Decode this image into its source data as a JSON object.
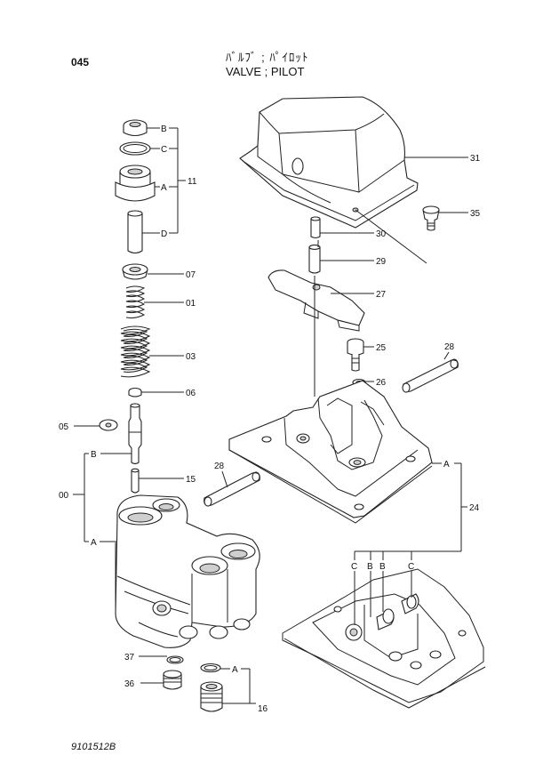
{
  "header": {
    "page_number": "045",
    "title_jp": "ﾊﾞﾙﾌﾞ ; ﾊﾟｲﾛｯﾄ",
    "title_en": "VALVE ; PILOT"
  },
  "footer": {
    "drawing_number": "9101512B"
  },
  "callouts": {
    "sub_b_top": "B",
    "sub_c_top": "C",
    "sub_a_top": "A",
    "sub_d_top": "D",
    "ref_11": "11",
    "ref_07": "07",
    "ref_01": "01",
    "ref_03": "03",
    "ref_06": "06",
    "ref_05": "05",
    "sub_b_mid": "B",
    "ref_15": "15",
    "ref_00": "00",
    "sub_a_mid": "A",
    "ref_37": "37",
    "ref_36": "36",
    "sub_a_low": "A",
    "ref_16": "16",
    "ref_31": "31",
    "ref_35": "35",
    "ref_30": "30",
    "ref_29": "29",
    "ref_27": "27",
    "ref_25": "25",
    "ref_28_right": "28",
    "ref_26": "26",
    "ref_28_left": "28",
    "sub_a_right": "A",
    "ref_24": "24",
    "sub_c_1": "C",
    "sub_b_1": "B",
    "sub_b_2": "B",
    "sub_c_2": "C"
  }
}
